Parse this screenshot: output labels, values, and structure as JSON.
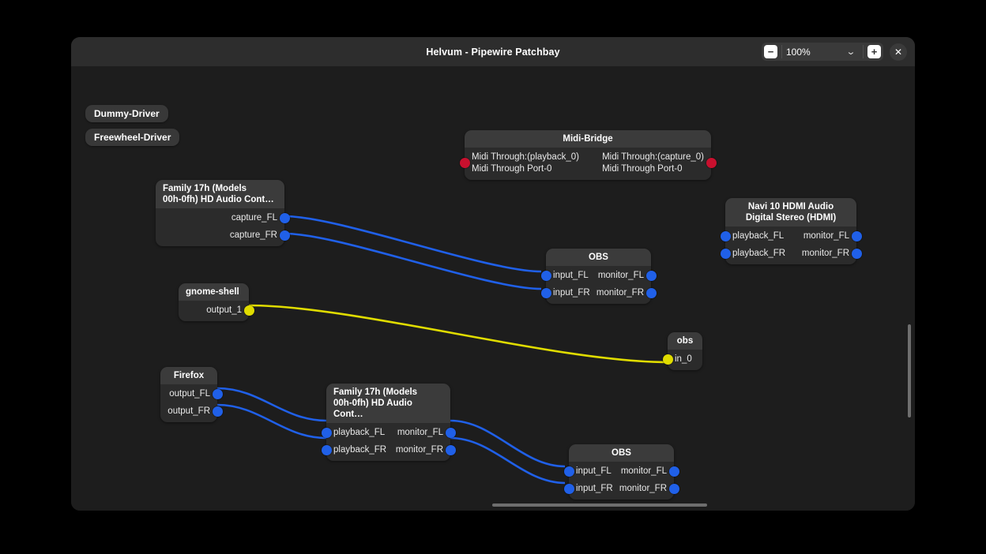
{
  "window": {
    "title": "Helvum - Pipewire Patchbay",
    "zoom": {
      "minus_label": "−",
      "value": "100%",
      "chevron": "⌄",
      "plus_label": "+"
    },
    "close_label": "✕"
  },
  "colors": {
    "audio_port": "#2060e8",
    "midi_port": "#c8102e",
    "video_port": "#e0dc00",
    "audio_link": "#2060e8",
    "video_link": "#e0dc00",
    "node_header": "#3b3b3b",
    "node_body": "#2b2b2b",
    "canvas": "#1d1d1d",
    "titlebar": "#2d2d2d"
  },
  "drivers": [
    {
      "label": "Dummy-Driver"
    },
    {
      "label": "Freewheel-Driver"
    }
  ],
  "nodes": [
    {
      "id": "midi-bridge",
      "title": "Midi-Bridge",
      "inputs": [
        {
          "label": "Midi Through:(playback_0)\nMidi Through Port-0",
          "type": "midi"
        }
      ],
      "outputs": [
        {
          "label": "Midi Through:(capture_0)\nMidi Through Port-0",
          "type": "midi"
        }
      ]
    },
    {
      "id": "family17h-capture",
      "title": "Family 17h (Models\n00h-0fh) HD Audio Cont…",
      "inputs": [],
      "outputs": [
        {
          "label": "capture_FL",
          "type": "audio"
        },
        {
          "label": "capture_FR",
          "type": "audio"
        }
      ]
    },
    {
      "id": "obs-top",
      "title": "OBS",
      "inputs": [
        {
          "label": "input_FL",
          "type": "audio"
        },
        {
          "label": "input_FR",
          "type": "audio"
        }
      ],
      "outputs": [
        {
          "label": "monitor_FL",
          "type": "audio"
        },
        {
          "label": "monitor_FR",
          "type": "audio"
        }
      ]
    },
    {
      "id": "navi10",
      "title": "Navi 10 HDMI Audio\nDigital Stereo (HDMI)",
      "inputs": [
        {
          "label": "playback_FL",
          "type": "audio"
        },
        {
          "label": "playback_FR",
          "type": "audio"
        }
      ],
      "outputs": [
        {
          "label": "monitor_FL",
          "type": "audio"
        },
        {
          "label": "monitor_FR",
          "type": "audio"
        }
      ]
    },
    {
      "id": "gnome-shell",
      "title": "gnome-shell",
      "inputs": [],
      "outputs": [
        {
          "label": "output_1",
          "type": "video"
        }
      ]
    },
    {
      "id": "obs-mini",
      "title": "obs",
      "inputs": [
        {
          "label": "in_0",
          "type": "video"
        }
      ],
      "outputs": []
    },
    {
      "id": "firefox",
      "title": "Firefox",
      "inputs": [],
      "outputs": [
        {
          "label": "output_FL",
          "type": "audio"
        },
        {
          "label": "output_FR",
          "type": "audio"
        }
      ]
    },
    {
      "id": "family17h-playback",
      "title": "Family 17h (Models\n00h-0fh) HD Audio Cont…",
      "inputs": [
        {
          "label": "playback_FL",
          "type": "audio"
        },
        {
          "label": "playback_FR",
          "type": "audio"
        }
      ],
      "outputs": [
        {
          "label": "monitor_FL",
          "type": "audio"
        },
        {
          "label": "monitor_FR",
          "type": "audio"
        }
      ]
    },
    {
      "id": "obs-bottom",
      "title": "OBS",
      "inputs": [
        {
          "label": "input_FL",
          "type": "audio"
        },
        {
          "label": "input_FR",
          "type": "audio"
        }
      ],
      "outputs": [
        {
          "label": "monitor_FL",
          "type": "audio"
        },
        {
          "label": "monitor_FR",
          "type": "audio"
        }
      ]
    }
  ]
}
